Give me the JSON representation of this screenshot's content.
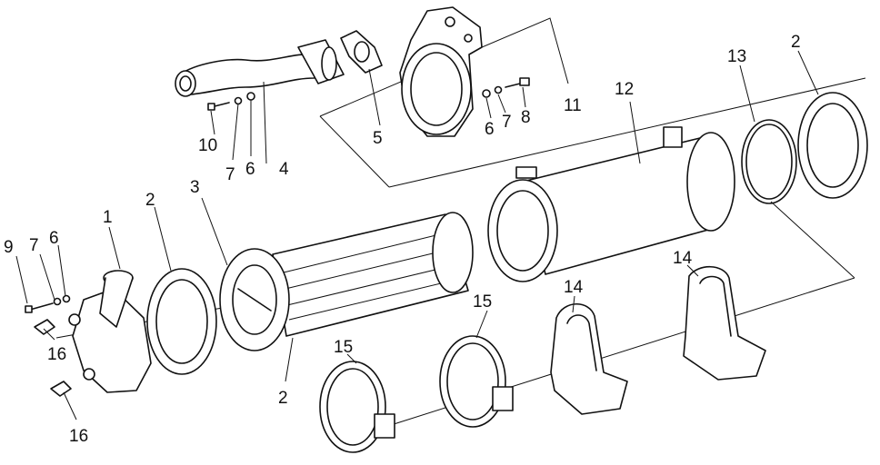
{
  "labels": {
    "l1": "1",
    "l2a": "2",
    "l2b": "2",
    "l2c": "2",
    "l3": "3",
    "l4": "4",
    "l5": "5",
    "l6a": "6",
    "l6b": "6",
    "l6c": "6",
    "l7a": "7",
    "l7b": "7",
    "l7c": "7",
    "l8": "8",
    "l9": "9",
    "l10": "10",
    "l11": "11",
    "l12": "12",
    "l13": "13",
    "l14a": "14",
    "l14b": "14",
    "l15a": "15",
    "l15b": "15",
    "l16a": "16",
    "l16b": "16"
  }
}
